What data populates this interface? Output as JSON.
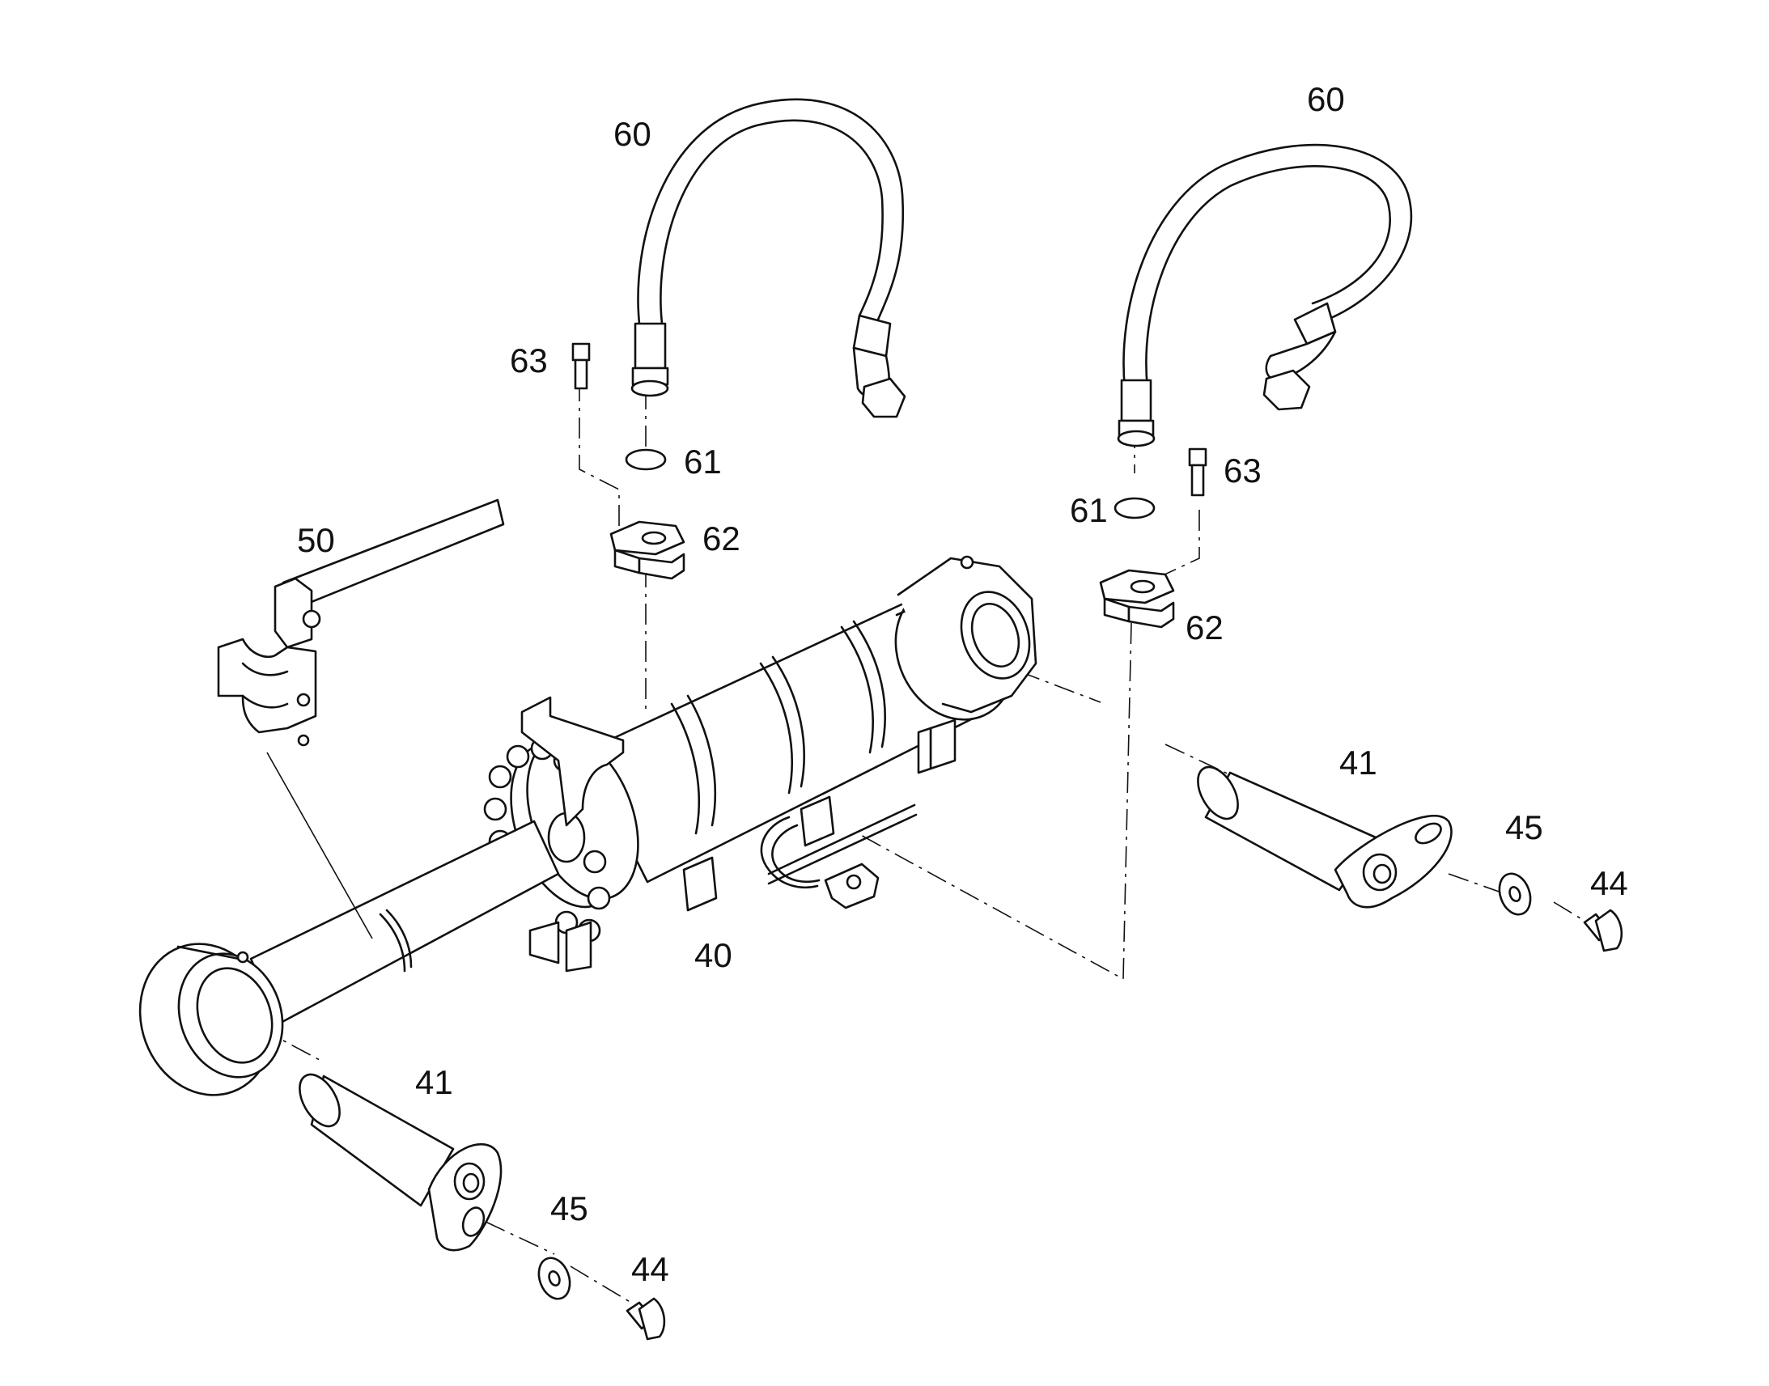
{
  "diagram": {
    "callouts": {
      "hose_left": "60",
      "hose_right": "60",
      "oring_left": "61",
      "oring_right": "61",
      "flange_left": "62",
      "flange_right": "62",
      "screw_left": "63",
      "screw_right": "63",
      "clamp": "50",
      "cylinder": "40",
      "pin_left": "41",
      "pin_right": "41",
      "washer_left": "45",
      "washer_right": "45",
      "bolt_left": "44",
      "bolt_right": "44"
    }
  }
}
